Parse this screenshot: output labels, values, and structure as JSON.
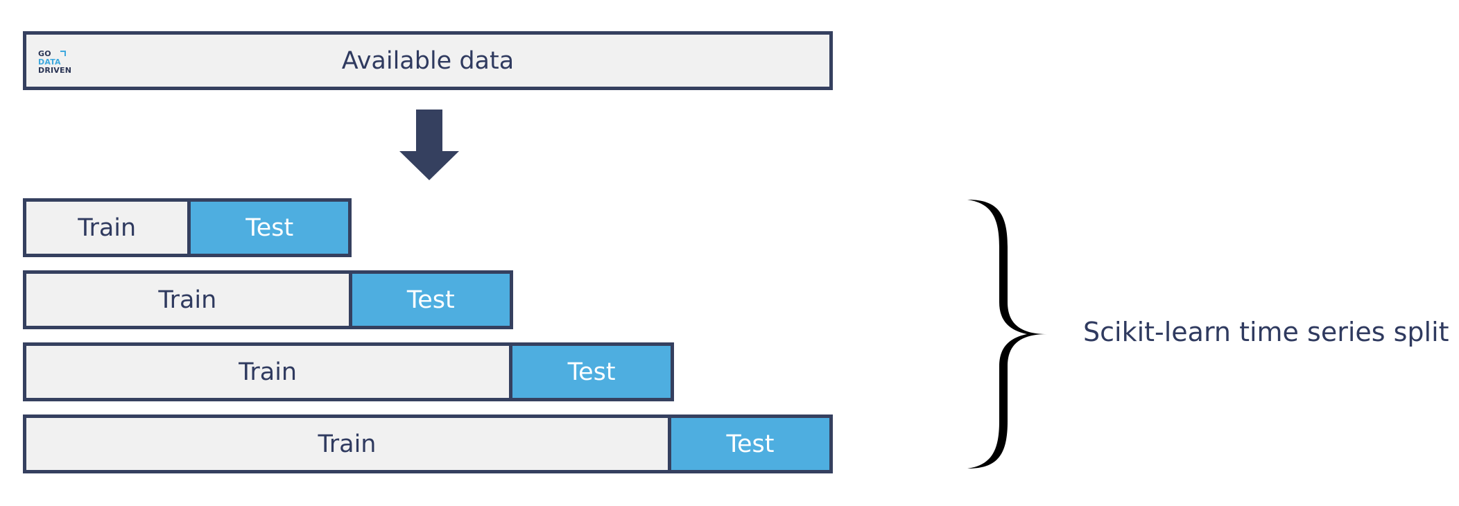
{
  "logo": {
    "line1": "GO",
    "line2": "DATA",
    "line3": "DRIVEN"
  },
  "available_data": {
    "label": "Available data"
  },
  "splits": [
    {
      "train": "Train",
      "test": "Test"
    },
    {
      "train": "Train",
      "test": "Test"
    },
    {
      "train": "Train",
      "test": "Test"
    },
    {
      "train": "Train",
      "test": "Test"
    }
  ],
  "brace_label": "Scikit-learn time series split",
  "colors": {
    "border": "#35405f",
    "train_fill": "#f1f1f1",
    "test_fill": "#4eaee0",
    "text": "#2f3a5f",
    "arrow": "#35405f"
  }
}
